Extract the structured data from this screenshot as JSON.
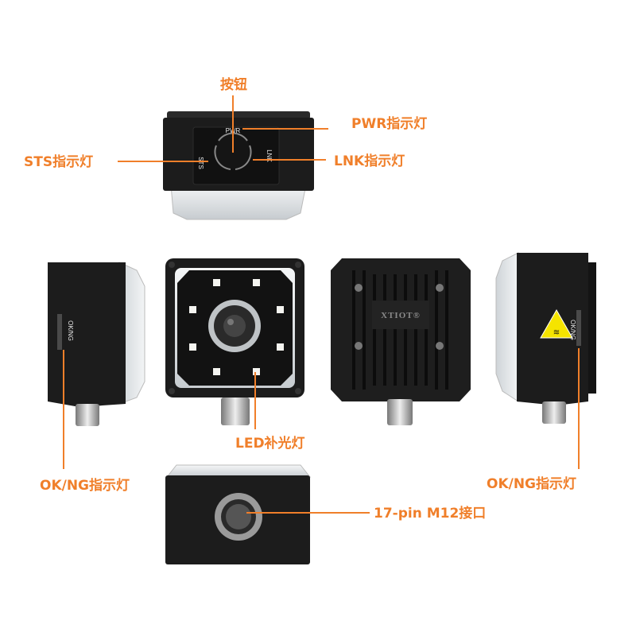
{
  "colors": {
    "accent": "#f07f2a",
    "body": "#1c1c1c",
    "lens_glass": "#d8dcdf",
    "warning": "#f5e400"
  },
  "labels": {
    "button": "按钮",
    "pwr": "PWR指示灯",
    "sts": "STS指示灯",
    "lnk": "LNK指示灯",
    "led": "LED补光灯",
    "okng_left": "OK/NG指示灯",
    "okng_right": "OK/NG指示灯",
    "connector": "17-pin M12接口"
  },
  "device": {
    "pwr": "PWR",
    "sts": "STS",
    "lnk": "LNK",
    "okng_left": "OK/NG",
    "okng_right": "OK/NG",
    "logo": "XTIOT®"
  },
  "icons": [
    "hot-surface-warning-icon",
    "m12-connector",
    "led-light"
  ]
}
